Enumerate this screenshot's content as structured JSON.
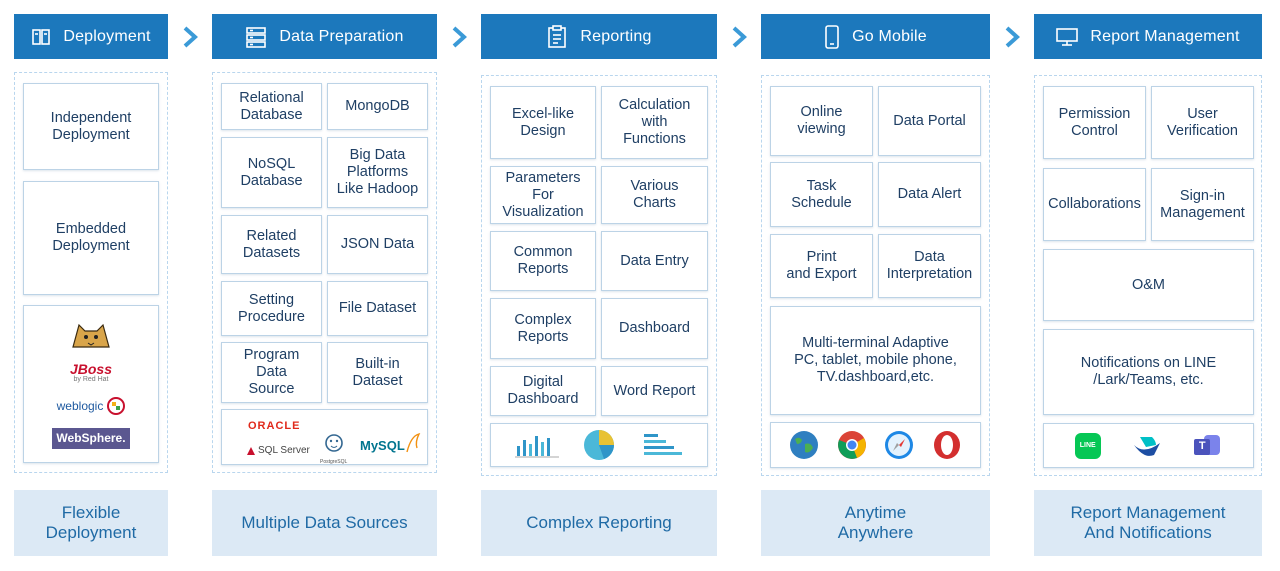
{
  "columns": [
    {
      "header": "Deployment",
      "header_icon": "server-icon",
      "items": [
        "Independent\nDeployment",
        "Embedded\nDeployment"
      ],
      "logos": [
        "tomcat-logo",
        "jboss-logo",
        "weblogic-logo",
        "websphere-logo"
      ],
      "logo_text": {
        "jboss": "JBoss",
        "jboss_sub": "by Red Hat",
        "weblogic": "weblogic",
        "websphere": "WebSphere."
      },
      "footer": "Flexible\nDeployment"
    },
    {
      "header": "Data Preparation",
      "header_icon": "database-icon",
      "items": [
        "Relational\nDatabase",
        "MongoDB",
        "NoSQL\nDatabase",
        "Big Data\nPlatforms\nLike Hadoop",
        "Related\nDatasets",
        "JSON Data",
        "Setting\nProcedure",
        "File Dataset",
        "Program\nData\nSource",
        "Built-in\nDataset"
      ],
      "logos": [
        "oracle-logo",
        "sqlserver-logo",
        "postgresql-logo",
        "mysql-logo"
      ],
      "logo_text": {
        "oracle": "ORACLE",
        "sqlserver": "SQL Server",
        "postgres": "PostgreSQL",
        "mysql": "MySQL"
      },
      "footer": "Multiple Data Sources"
    },
    {
      "header": "Reporting",
      "header_icon": "clipboard-icon",
      "items": [
        "Excel-like\nDesign",
        "Calculation\nwith\nFunctions",
        "Parameters\nFor\nVisualization",
        "Various\nCharts",
        "Common\nReports",
        "Data Entry",
        "Complex\nReports",
        "Dashboard",
        "Digital\nDashboard",
        "Word Report"
      ],
      "logos": [
        "bar-chart-icon",
        "pie-chart-icon",
        "horizontal-bar-icon"
      ],
      "footer": "Complex Reporting"
    },
    {
      "header": "Go Mobile",
      "header_icon": "mobile-icon",
      "items": [
        "Online\nviewing",
        "Data Portal",
        "Task\nSchedule",
        "Data Alert",
        "Print\nand Export",
        "Data\nInterpretation"
      ],
      "wide_item": "Multi-terminal Adaptive\nPC, tablet, mobile phone,\nTV.dashboard,etc.",
      "logos": [
        "globe-browser-icon",
        "chrome-icon",
        "safari-icon",
        "opera-icon"
      ],
      "footer": "Anytime\nAnywhere"
    },
    {
      "header": "Report Management",
      "header_icon": "monitor-icon",
      "items": [
        "Permission\nControl",
        "User\nVerification",
        "Collaborations",
        "Sign-in\nManagement"
      ],
      "wide_items": [
        "O&M",
        "Notifications on LINE\n/Lark/Teams, etc."
      ],
      "logos": [
        "line-icon",
        "lark-icon",
        "teams-icon"
      ],
      "logo_text": {
        "line": "LINE",
        "teams": "T"
      },
      "footer": "Report Management\nAnd Notifications"
    }
  ],
  "colors": {
    "header": "#1c78bc",
    "arrow": "#3b9ad7",
    "footer_bg": "#dce9f5",
    "footer_text": "#1f6aa5",
    "panel_border": "#b9d6ee"
  }
}
